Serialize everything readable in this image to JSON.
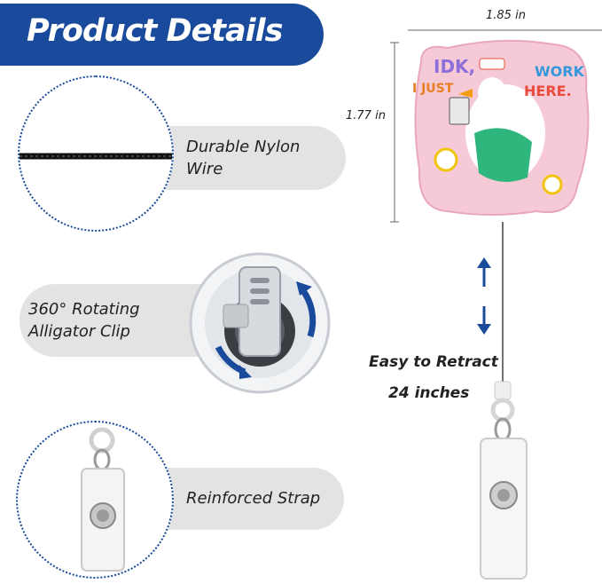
{
  "header": {
    "title": "Product Details"
  },
  "features": {
    "nylon": {
      "line1": "Durable Nylon",
      "line2": "Wire"
    },
    "clip": {
      "line1": "360° Rotating",
      "line2": "Alligator Clip"
    },
    "strap": {
      "line1": "Reinforced Strap"
    }
  },
  "dimensions": {
    "width": "1.85 in",
    "height": "1.77 in"
  },
  "badge": {
    "text_line1": "IDK,",
    "text_line2": "I JUST",
    "text_line3": "WORK",
    "text_line4": "HERE."
  },
  "retract": {
    "label": "Easy to Retract",
    "length": "24 inches"
  },
  "colors": {
    "brand_blue": "#1a4a9c",
    "pill_gray": "#e3e3e3",
    "badge_pink": "#f6c9d6"
  }
}
